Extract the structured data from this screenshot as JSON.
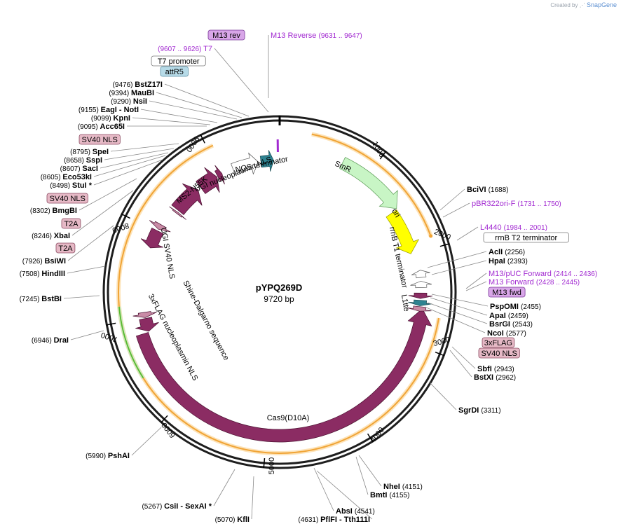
{
  "credit": {
    "prefix": "Created by",
    "brand": "SnapGene"
  },
  "plasmid": {
    "name": "pYPQ269D",
    "length_label": "9720 bp",
    "length": 9720
  },
  "tick_labels": [
    "1000",
    "2000",
    "3000",
    "4000",
    "5000",
    "6000",
    "7000",
    "8000",
    "9000"
  ],
  "features": {
    "SmR": "SmR",
    "ori": "ori",
    "rrnB_T1": "rrnB T1 terminator",
    "L1": "L1tte",
    "cas9": "Cas9(D10A)",
    "shine": "Shine-Dalgarno sequence",
    "flag_nls": "3xFLAG   nucleoplasmin NLS",
    "ugi_svnls": "UGI   SV40 NLS",
    "ms2": "MS2-N55K",
    "ugi_nucnls": "UGI   nucleoplasmin NLS",
    "nos": "NOS terminator"
  },
  "left_labels": [
    {
      "key": "m13rev",
      "name": "M13 rev",
      "type": "box",
      "color": "#d8a6e8",
      "border": "#7a3a99"
    },
    {
      "key": "t7",
      "name": "T7",
      "pos": "(9607 .. 9626)",
      "type": "primer"
    },
    {
      "key": "t7prom",
      "name": "T7 promoter",
      "type": "box",
      "color": "#ffffff",
      "border": "#777777"
    },
    {
      "key": "attr5",
      "name": "attR5",
      "type": "box",
      "color": "#b7dbe8",
      "border": "#5a8fa3"
    },
    {
      "key": "bstz17i",
      "name": "BstZ17I",
      "pos": "(9476)"
    },
    {
      "key": "maubi",
      "name": "MauBI",
      "pos": "(9394)"
    },
    {
      "key": "nsii",
      "name": "NsiI",
      "pos": "(9290)"
    },
    {
      "key": "eagi",
      "name": "EagI  - NotI",
      "pos": "(9155)"
    },
    {
      "key": "kpni",
      "name": "KpnI",
      "pos": "(9099)"
    },
    {
      "key": "acc65i",
      "name": "Acc65I",
      "pos": "(9095)"
    },
    {
      "key": "sv40nls1",
      "name": "SV40 NLS",
      "type": "box",
      "color": "#e6b9c6",
      "border": "#8a4a60"
    },
    {
      "key": "spei",
      "name": "SpeI",
      "pos": "(8795)"
    },
    {
      "key": "sspi",
      "name": "SspI",
      "pos": "(8658)"
    },
    {
      "key": "saci",
      "name": "SacI",
      "pos": "(8607)"
    },
    {
      "key": "eco53ki",
      "name": "Eco53kI",
      "pos": "(8605)"
    },
    {
      "key": "stui",
      "name": "StuI *",
      "pos": "(8498)"
    },
    {
      "key": "sv40nls2",
      "name": "SV40 NLS",
      "type": "box",
      "color": "#e6b9c6",
      "border": "#8a4a60"
    },
    {
      "key": "bmgbi",
      "name": "BmgBI",
      "pos": "(8302)"
    },
    {
      "key": "t2a1",
      "name": "T2A",
      "type": "box",
      "color": "#e6b9c6",
      "border": "#8a4a60"
    },
    {
      "key": "xbai",
      "name": "XbaI",
      "pos": "(8246)"
    },
    {
      "key": "t2a2",
      "name": "T2A",
      "type": "box",
      "color": "#e6b9c6",
      "border": "#8a4a60"
    },
    {
      "key": "bsiwi",
      "name": "BsiWI",
      "pos": "(7926)"
    },
    {
      "key": "hindiii",
      "name": "HindIII",
      "pos": "(7508)"
    },
    {
      "key": "bstbi",
      "name": "BstBI",
      "pos": "(7245)"
    },
    {
      "key": "drai",
      "name": "DraI",
      "pos": "(6946)"
    },
    {
      "key": "pshai",
      "name": "PshAI",
      "pos": "(5990)"
    },
    {
      "key": "csii",
      "name": "CsiI  - SexAI *",
      "pos": "(5267)"
    },
    {
      "key": "kfli",
      "name": "KflI",
      "pos": "(5070)"
    },
    {
      "key": "pflfi",
      "name": "PflFI  - Tth111I",
      "pos": "(4631)"
    }
  ],
  "right_labels": [
    {
      "key": "m13reverse",
      "name": "M13 Reverse",
      "pos": "(9631 .. 9647)",
      "type": "primer"
    },
    {
      "key": "bcivi",
      "name": "BciVI",
      "pos": "(1688)"
    },
    {
      "key": "pbr322",
      "name": "pBR322ori-F",
      "pos": "(1731 .. 1750)",
      "type": "primer"
    },
    {
      "key": "l4440",
      "name": "L4440",
      "pos": "(1984 .. 2001)",
      "type": "primer"
    },
    {
      "key": "rrnbt2",
      "name": "rrnB T2 terminator",
      "type": "box",
      "color": "#ffffff",
      "border": "#777777"
    },
    {
      "key": "acli",
      "name": "AclI",
      "pos": "(2256)"
    },
    {
      "key": "hpai",
      "name": "HpaI",
      "pos": "(2393)"
    },
    {
      "key": "m13puc",
      "name": "M13/pUC Forward",
      "pos": "(2414 .. 2436)",
      "type": "primer"
    },
    {
      "key": "m13fwd_p",
      "name": "M13 Forward",
      "pos": "(2428 .. 2445)",
      "type": "primer"
    },
    {
      "key": "m13fwd",
      "name": "M13 fwd",
      "type": "box",
      "color": "#d8a6e8",
      "border": "#7a3a99"
    },
    {
      "key": "pspomi",
      "name": "PspOMI",
      "pos": "(2455)"
    },
    {
      "key": "apai",
      "name": "ApaI",
      "pos": "(2459)"
    },
    {
      "key": "bsrgi",
      "name": "BsrGI",
      "pos": "(2543)"
    },
    {
      "key": "ncoi",
      "name": "NcoI",
      "pos": "(2577)"
    },
    {
      "key": "flag3x",
      "name": "3xFLAG",
      "type": "box",
      "color": "#e6b9c6",
      "border": "#8a4a60"
    },
    {
      "key": "sv40nls3",
      "name": "SV40 NLS",
      "type": "box",
      "color": "#e6b9c6",
      "border": "#8a4a60"
    },
    {
      "key": "sbfi",
      "name": "SbfI",
      "pos": "(2943)"
    },
    {
      "key": "bstxi",
      "name": "BstXI",
      "pos": "(2962)"
    },
    {
      "key": "sgrdi",
      "name": "SgrDI",
      "pos": "(3311)"
    },
    {
      "key": "nhei",
      "name": "NheI",
      "pos": "(4151)"
    },
    {
      "key": "bmti",
      "name": "BmtI",
      "pos": "(4155)"
    },
    {
      "key": "absi",
      "name": "AbsI",
      "pos": "(4541)"
    }
  ],
  "colors": {
    "cas9": "#8b2c63",
    "small_feat": "#c98ba6",
    "smr": "#c8f5c5",
    "ori": "#ffff00",
    "teal": "#2e8391",
    "orange": "#f0a436",
    "green": "#59b82e",
    "purple": "#a22ad1"
  }
}
